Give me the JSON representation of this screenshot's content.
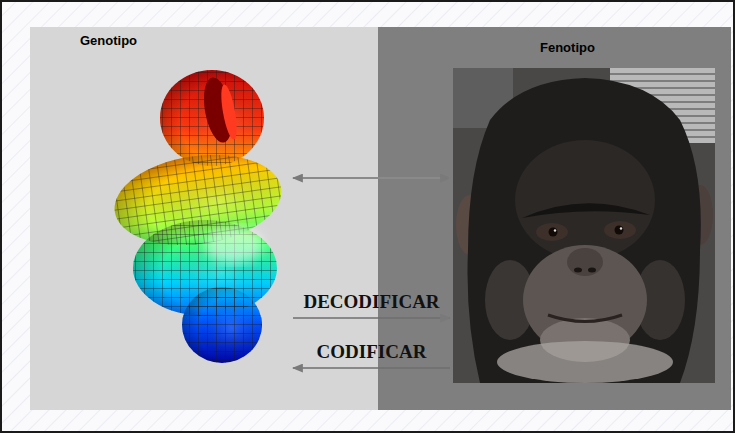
{
  "diagram": {
    "nodes": [
      {
        "text": [
          "Genotipo"
        ]
      },
      {
        "text": [
          "Fenotipo"
        ]
      }
    ],
    "edges": [
      {
        "from": 0,
        "to": 1,
        "arrow": "both"
      },
      {
        "from": 0,
        "to": 1,
        "label": "DECODIFICAR",
        "arrow": "to"
      },
      {
        "from": 1,
        "to": 0,
        "label": "CODIFICAR",
        "arrow": "to"
      }
    ]
  }
}
